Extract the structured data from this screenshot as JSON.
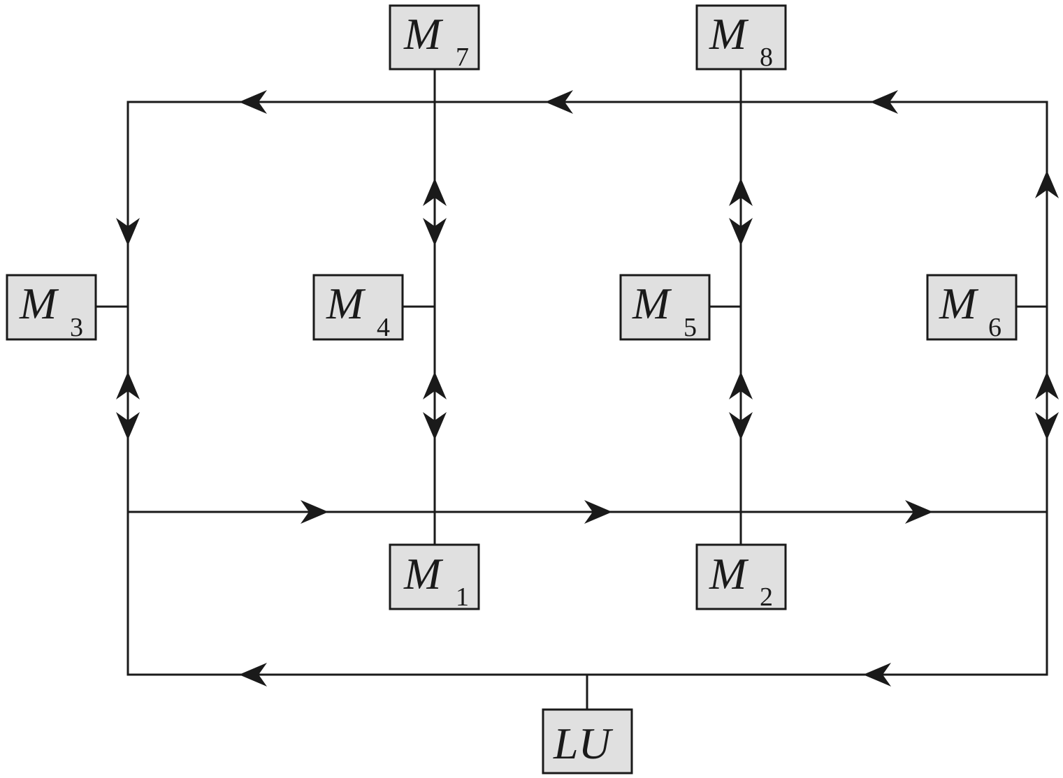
{
  "nodes": {
    "m7": {
      "main": "M",
      "sub": "7"
    },
    "m8": {
      "main": "M",
      "sub": "8"
    },
    "m3": {
      "main": "M",
      "sub": "3"
    },
    "m4": {
      "main": "M",
      "sub": "4"
    },
    "m5": {
      "main": "M",
      "sub": "5"
    },
    "m6": {
      "main": "M",
      "sub": "6"
    },
    "m1": {
      "main": "M",
      "sub": "1"
    },
    "m2": {
      "main": "M",
      "sub": "2"
    },
    "lu": {
      "main": "LU",
      "sub": ""
    }
  },
  "colors": {
    "line": "#1a1a1a",
    "box_fill": "#e0e0e0"
  }
}
